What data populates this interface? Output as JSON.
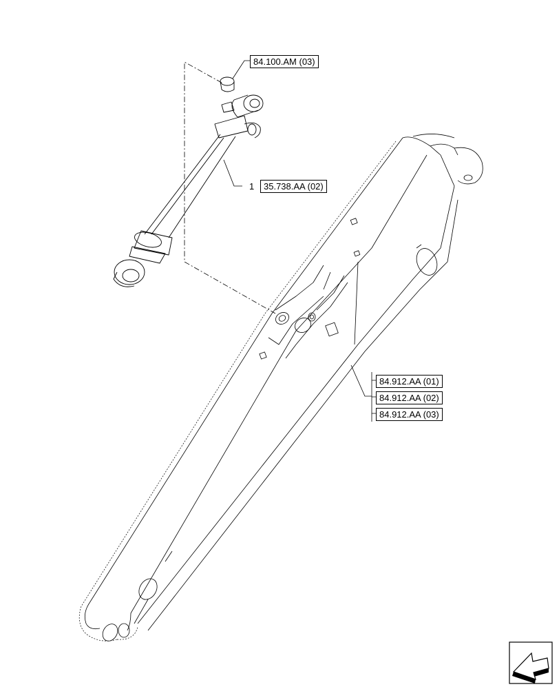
{
  "references": {
    "bushing_ref": "84.100.AM (03)",
    "cylinder_ref": "35.738.AA (02)",
    "boom_refs": [
      "84.912.AA (01)",
      "84.912.AA (02)",
      "84.912.AA (03)"
    ]
  },
  "item_numbers": {
    "cylinder_item": "1"
  },
  "icons": {
    "nav_arrow": "arrow-icon"
  }
}
